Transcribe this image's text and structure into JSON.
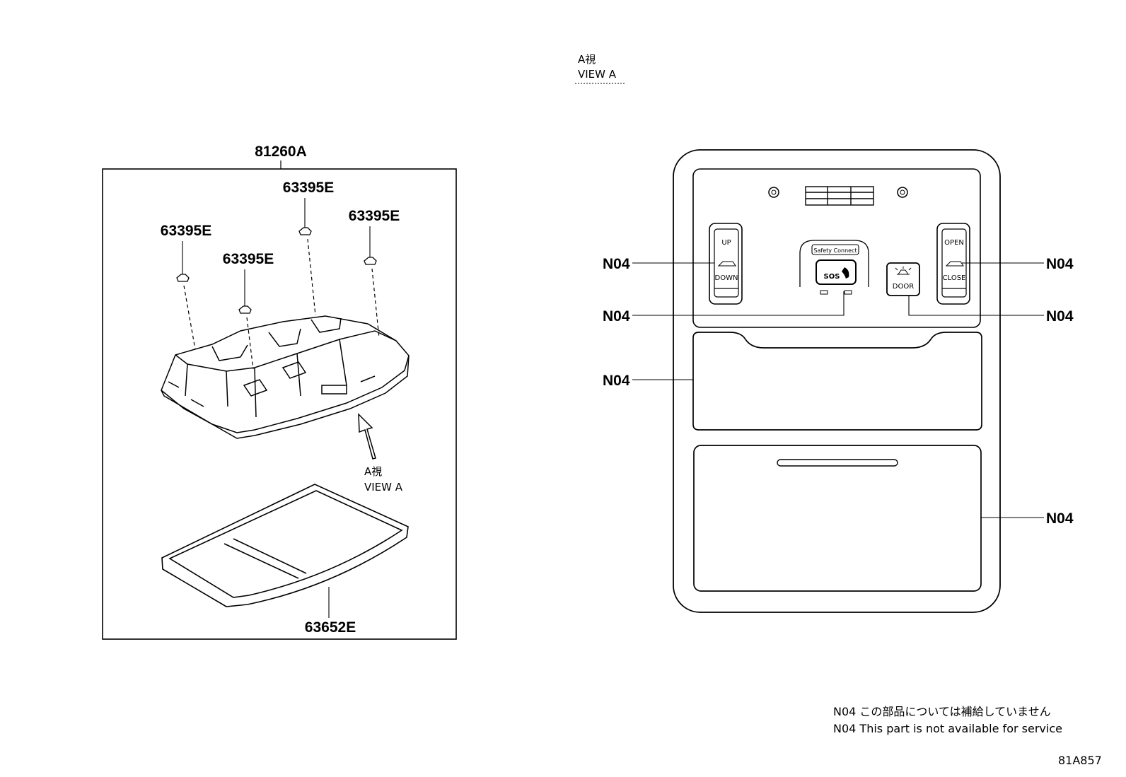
{
  "view_a_header": {
    "jp": "A視",
    "en": "VIEW A"
  },
  "left_panel": {
    "assembly_part": "81260A",
    "clips": [
      "63395E",
      "63395E",
      "63395E",
      "63395E"
    ],
    "lens_part": "63652E",
    "arrow_label": {
      "jp": "A視",
      "en": "VIEW A"
    }
  },
  "console_view": {
    "buttons": {
      "left_switch_up": "UP",
      "left_switch_down": "DOWN",
      "right_switch_open": "OPEN",
      "right_switch_close": "CLOSE",
      "safety_connect": "Safety Connect",
      "sos": "SOS",
      "door": "DOOR"
    },
    "callouts": [
      "N04",
      "N04",
      "N04",
      "N04",
      "N04",
      "N04"
    ]
  },
  "notes": {
    "jp": "N04 この部品については補給していません",
    "en": "N04 This part is not available for service"
  },
  "drawing_id": "81A857"
}
